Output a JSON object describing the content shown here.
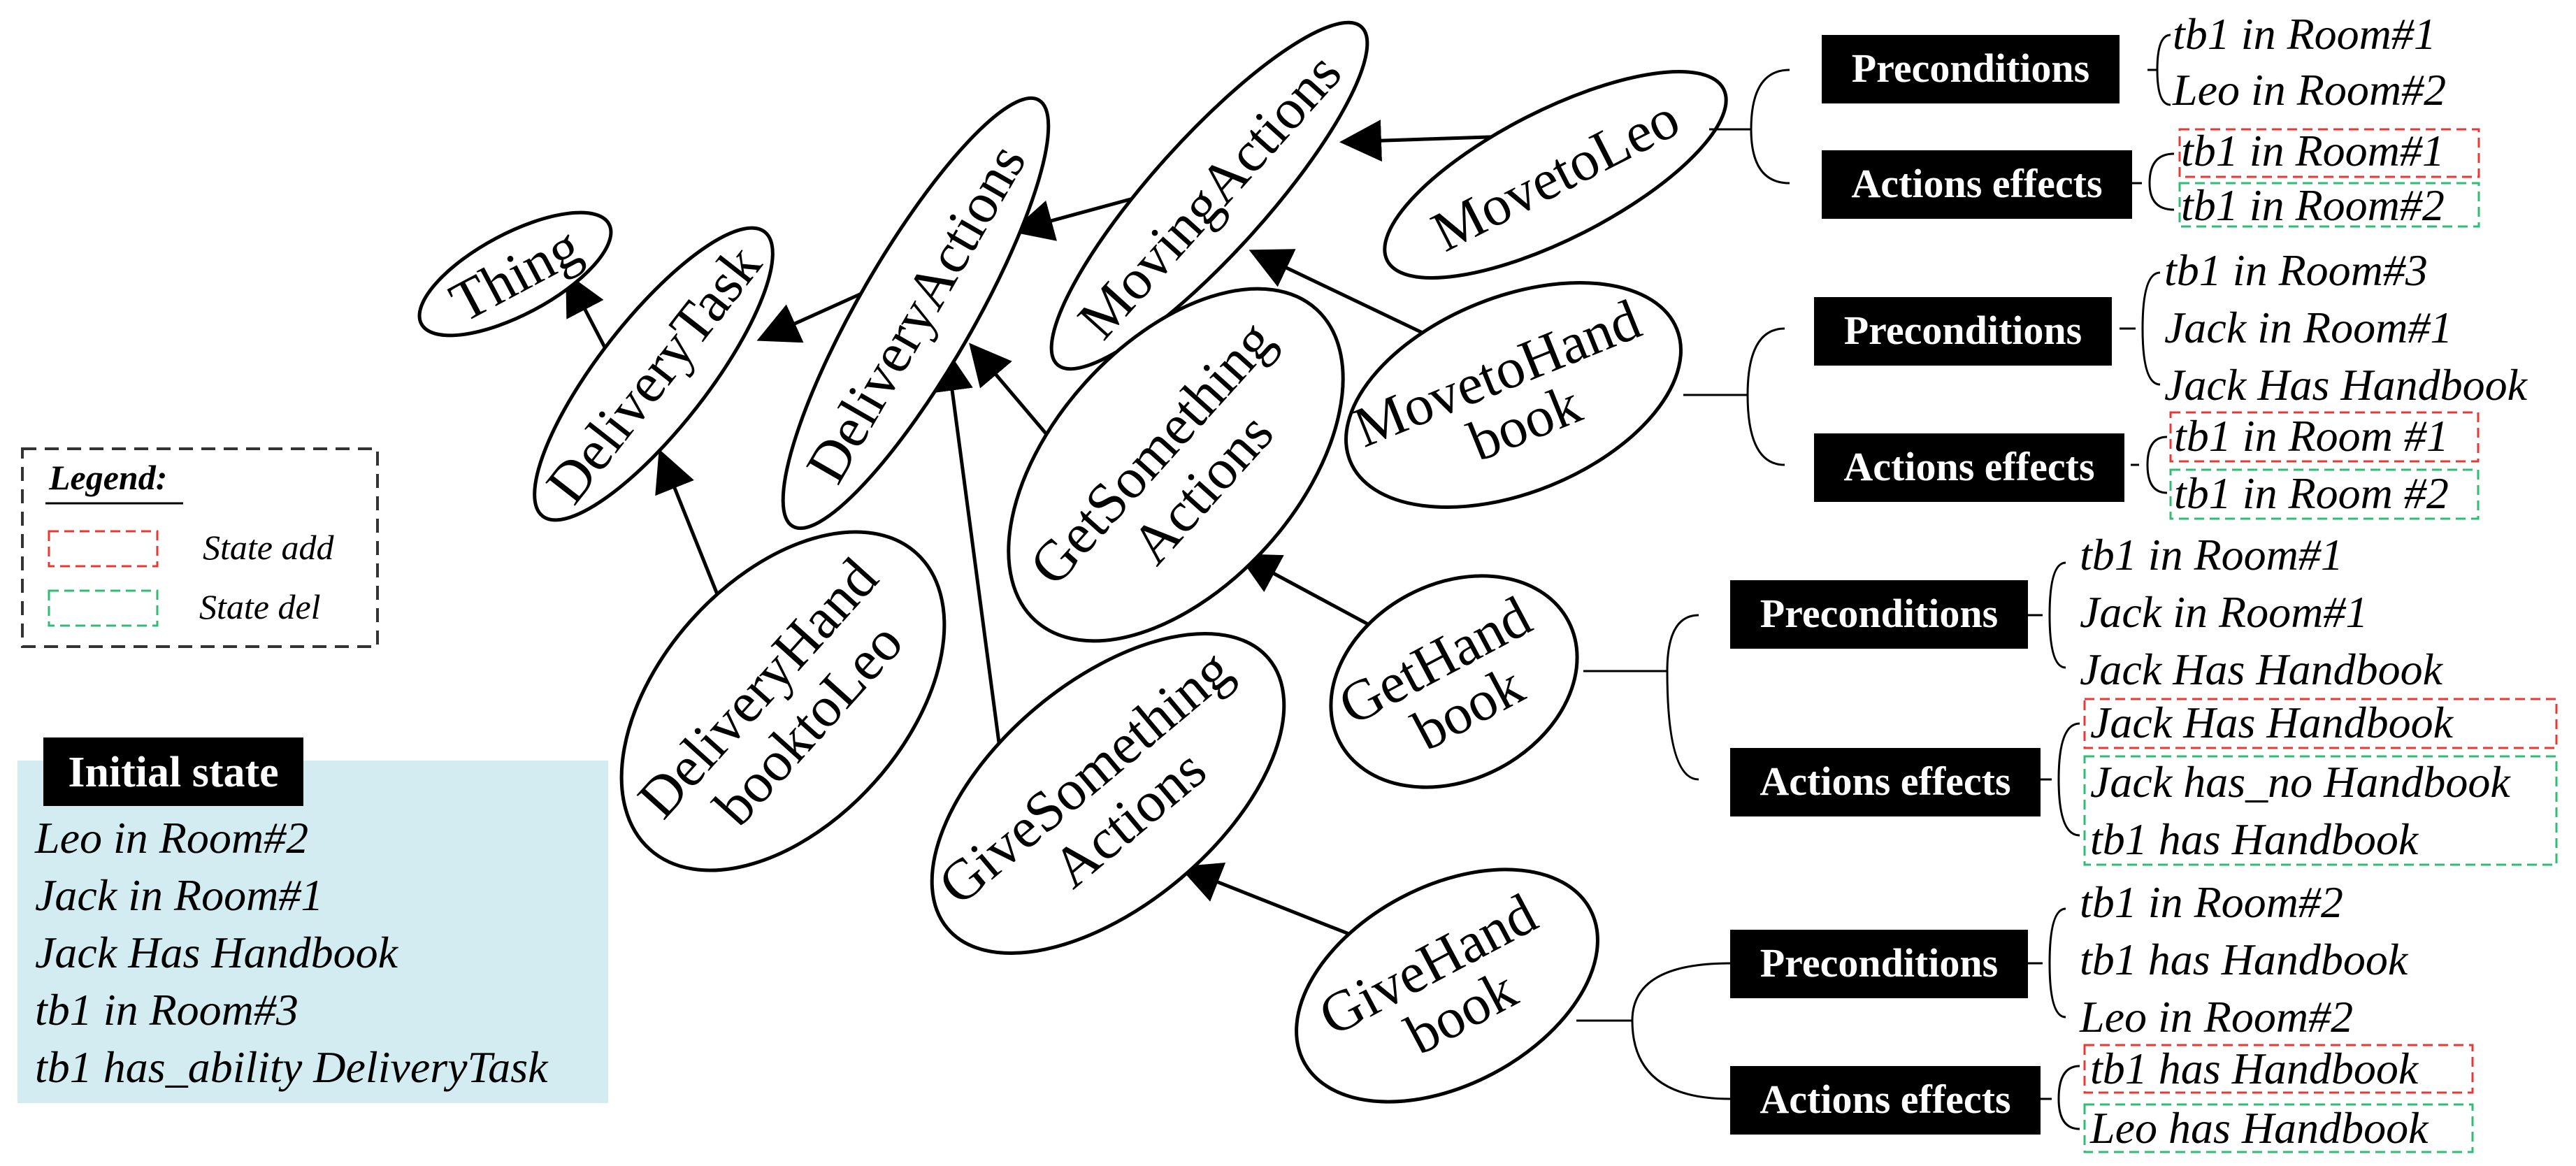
{
  "nodes": {
    "thing": "Thing",
    "delivery_task": "DeliveryTask",
    "delivery_actions": "DeliveryActions",
    "moving_actions": "MovingActions",
    "move_to_leo": "MovetoLeo",
    "move_to_handbook": [
      "MovetoHand",
      "book"
    ],
    "get_something": [
      "GetSomething",
      "Actions"
    ],
    "delivery_handbook": [
      "DeliveryHand",
      "booktoLeo"
    ],
    "get_handbook": [
      "GetHand",
      "book"
    ],
    "give_something": [
      "GiveSomething",
      "Actions"
    ],
    "give_handbook": [
      "GiveHand",
      "book"
    ]
  },
  "legend": {
    "title": "Legend:",
    "state_add": "State add",
    "state_del": "State del"
  },
  "initial_state": {
    "header": "Initial state",
    "items": [
      "Leo in Room#2",
      "Jack in Room#1",
      "Jack Has Handbook",
      "tb1 in Room#3",
      "tb1 has_ability DeliveryTask"
    ]
  },
  "labels": {
    "preconditions": "Preconditions",
    "actions_effects": "Actions effects"
  },
  "actions": [
    {
      "name": "MovetoLeo",
      "preconditions": [
        "tb1 in Room#1",
        "Leo in Room#2"
      ],
      "effects_add": [
        "tb1 in Room#1"
      ],
      "effects_del": [
        "tb1 in Room#2"
      ]
    },
    {
      "name": "MovetoHandbook",
      "preconditions": [
        "tb1 in Room#3",
        "Jack in Room#1",
        "Jack Has Handbook"
      ],
      "effects_add": [
        "tb1 in Room #1"
      ],
      "effects_del": [
        "tb1 in Room #2"
      ]
    },
    {
      "name": "GetHandbook",
      "preconditions": [
        "tb1 in Room#1",
        "Jack in Room#1",
        "Jack Has Handbook"
      ],
      "effects_add": [
        "Jack Has Handbook"
      ],
      "effects_del": [
        "Jack has_no Handbook",
        "tb1 has Handbook"
      ]
    },
    {
      "name": "GiveHandbook",
      "preconditions": [
        "tb1 in Room#2",
        "tb1 has Handbook",
        "Leo in Room#2"
      ],
      "effects_add": [
        "tb1 has Handbook"
      ],
      "effects_del": [
        "Leo has Handbook"
      ]
    }
  ],
  "colors": {
    "state_add": "#e53935",
    "state_del": "#2ebd73",
    "initial_state_bg": "#d2ecf1",
    "header_bg": "#000000"
  }
}
